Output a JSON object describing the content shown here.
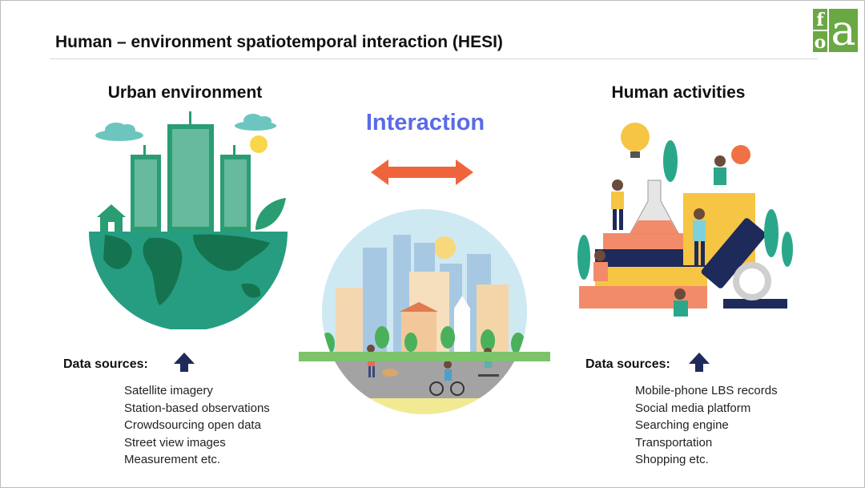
{
  "title": "Human – environment spatiotemporal interaction (HESI)",
  "logo": {
    "letters": [
      "f",
      "o",
      "a"
    ]
  },
  "left": {
    "heading": "Urban environment",
    "data_sources_label": "Data sources:",
    "items": [
      "Satellite imagery",
      "Station-based observations",
      "Crowdsourcing open data",
      "Street view images",
      "Measurement etc."
    ]
  },
  "center": {
    "label": "Interaction"
  },
  "right": {
    "heading": "Human activities",
    "data_sources_label": "Data sources:",
    "items": [
      "Mobile-phone LBS records",
      "Social media platform",
      "Searching engine",
      "Transportation",
      "Shopping etc."
    ]
  },
  "colors": {
    "accent": "#5a6be8",
    "arrow": "#f0643c",
    "green": "#2a9d73",
    "navy": "#1e2a5a"
  }
}
